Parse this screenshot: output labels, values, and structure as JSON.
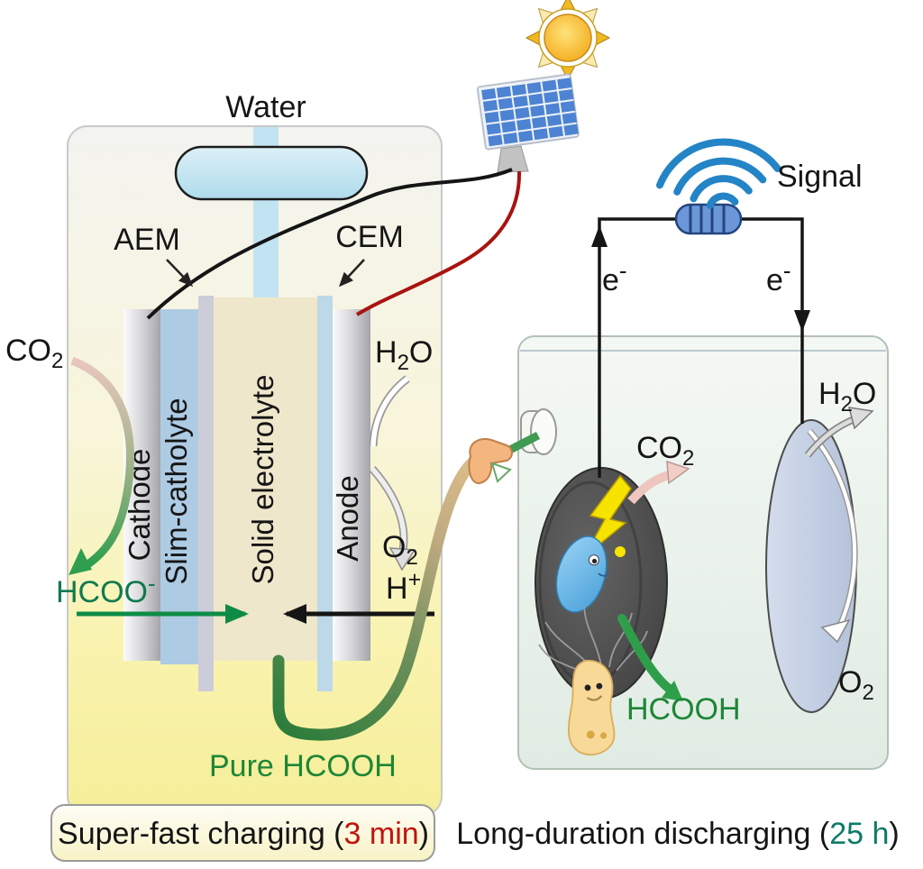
{
  "figure": {
    "title_hint": "Solar-powered CO2 electrolyzer charging and bio-fuel-cell discharging diagram"
  },
  "charging_cell": {
    "water_label": "Water",
    "aem_label": "AEM",
    "cem_label": "CEM",
    "cathode_label": "Cathode",
    "slim_catholyte_label": "Slim-catholyte",
    "solid_electrolyte_label": "Solid electrolyte",
    "anode_label": "Anode",
    "co2": {
      "base": "CO",
      "sub": "2"
    },
    "h2o": {
      "base": "H",
      "sub": "2",
      "tail": "O"
    },
    "o2": {
      "base": "O",
      "sub": "2"
    },
    "hcoo": {
      "base": "HCOO",
      "sup": "-"
    },
    "h_plus": {
      "base": "H",
      "sup": "+"
    },
    "pure_hcooh_label": "Pure HCOOH"
  },
  "discharging_cell": {
    "signal_label": "Signal",
    "electron_left": {
      "base": "e",
      "sup": "-"
    },
    "electron_right": {
      "base": "e",
      "sup": "-"
    },
    "co2": {
      "base": "CO",
      "sub": "2"
    },
    "h2o": {
      "base": "H",
      "sub": "2",
      "tail": "O"
    },
    "o2": {
      "base": "O",
      "sub": "2"
    },
    "hcooh_label": "HCOOH"
  },
  "captions": {
    "charging": {
      "prefix": "Super-fast charging (",
      "highlight": "3 min",
      "suffix": ")"
    },
    "discharging": {
      "prefix": "Long-duration discharging (",
      "highlight": "25 h",
      "suffix": ")"
    }
  },
  "icons": {
    "sun": "sun-icon",
    "solar_panel": "solar-panel-icon",
    "wifi_signal": "wifi-signal-icon",
    "resistor": "resistor-icon",
    "lightning": "lightning-icon",
    "blue_microbe": "blue-microbe-icon",
    "yellow_microbe": "yellow-microbe-icon",
    "fuel_nozzle": "fuel-nozzle-icon",
    "water_tank": "water-tank-icon"
  },
  "colors": {
    "charging_highlight": "#c1140e",
    "discharging_highlight": "#0e7a68",
    "hcoo_green": "#117a4e",
    "hcooh_green": "#1e8637",
    "wifi_blue": "#2384c6",
    "wire_black": "#151515",
    "wire_red": "#a81410",
    "cell_yellow": "#f5ee98",
    "electrolyte_beige": "#efe7cb",
    "catholyte_blue": "#aecbe4"
  }
}
